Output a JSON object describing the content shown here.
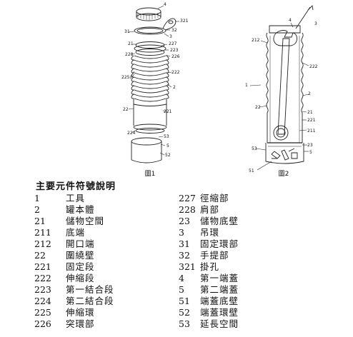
{
  "figures": {
    "fig1": {
      "caption": "圖1",
      "callouts": [
        "4",
        "321",
        "31",
        "32",
        "3",
        "21",
        "227",
        "223",
        "228",
        "226",
        "225",
        "222",
        "2",
        "22",
        "221",
        "224",
        "53",
        "5",
        "52"
      ]
    },
    "fig2": {
      "caption": "圖2",
      "callouts": [
        "4",
        "3",
        "212",
        "1",
        "222",
        "2",
        "22",
        "21",
        "221",
        "211",
        "53",
        "23",
        "5",
        "51"
      ]
    }
  },
  "legend": {
    "title": "主要元件符號說明",
    "left": [
      {
        "num": "1",
        "label": "工具"
      },
      {
        "num": "2",
        "label": "罐本體"
      },
      {
        "num": "21",
        "label": "儲物空間"
      },
      {
        "num": "211",
        "label": "底端"
      },
      {
        "num": "212",
        "label": "開口端"
      },
      {
        "num": "22",
        "label": "圍繞壁"
      },
      {
        "num": "221",
        "label": "固定段"
      },
      {
        "num": "222",
        "label": "伸縮段"
      },
      {
        "num": "223",
        "label": "第一結合段"
      },
      {
        "num": "224",
        "label": "第二結合段"
      },
      {
        "num": "225",
        "label": "伸縮環"
      },
      {
        "num": "226",
        "label": "突環部"
      }
    ],
    "right": [
      {
        "num": "227",
        "label": "徑縮部"
      },
      {
        "num": "228",
        "label": "肩部"
      },
      {
        "num": "23",
        "label": "儲物底壁"
      },
      {
        "num": "3",
        "label": "吊環"
      },
      {
        "num": "31",
        "label": "固定環部"
      },
      {
        "num": "32",
        "label": "手提部"
      },
      {
        "num": "321",
        "label": "掛孔"
      },
      {
        "num": "4",
        "label": "第一端蓋"
      },
      {
        "num": "5",
        "label": "第二端蓋"
      },
      {
        "num": "51",
        "label": "端蓋底壁"
      },
      {
        "num": "52",
        "label": "端蓋環壁"
      },
      {
        "num": "53",
        "label": "延長空間"
      }
    ]
  }
}
